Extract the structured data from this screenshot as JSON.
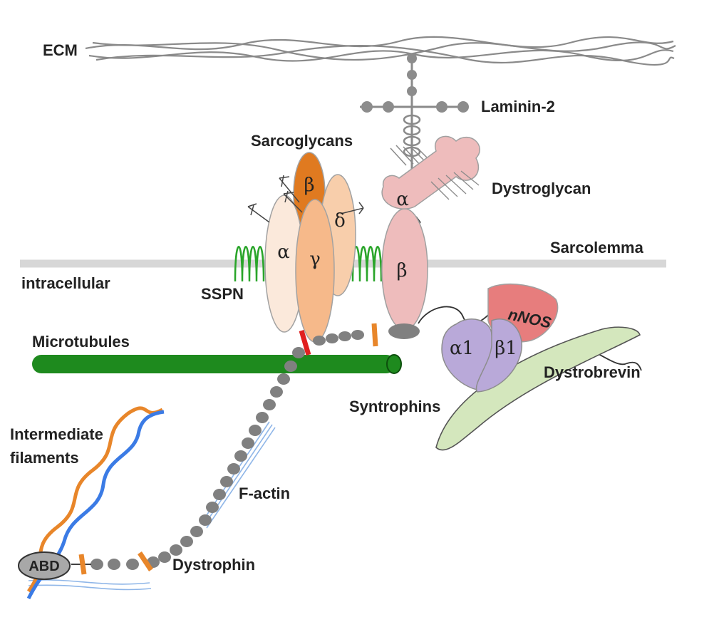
{
  "labels": {
    "ecm": "ECM",
    "laminin": "Laminin-2",
    "sarcoglycans": "Sarcoglycans",
    "dystroglycan": "Dystroglycan",
    "sarcolemma": "Sarcolemma",
    "intracellular": "intracellular",
    "sspn": "SSPN",
    "microtubules": "Microtubules",
    "syntrophins": "Syntrophins",
    "dystrobrevin": "Dystrobrevin",
    "intermediate_1": "Intermediate",
    "intermediate_2": "filaments",
    "factin": "F-actin",
    "dystrophin": "Dystrophin",
    "abd": "ABD",
    "nnos": "nNOS"
  },
  "greek": {
    "sg_alpha": "α",
    "sg_beta": "β",
    "sg_gamma": "γ",
    "sg_delta": "δ",
    "dg_alpha": "α",
    "dg_beta": "β",
    "syn_alpha1": "α1",
    "syn_beta1": "β1"
  },
  "colors": {
    "sg_alpha": "#fbe9db",
    "sg_beta": "#e07a20",
    "sg_gamma": "#f6b98a",
    "sg_delta": "#f8ceab",
    "dystroglycan": "#eebcbc",
    "nnos": "#e77d7d",
    "syntrophin": "#b9a9d9",
    "dystrobrevin": "#d4e7bd",
    "microtubule": "#1e8a1e",
    "sspn": "#2aa52a",
    "dystrophin_bead": "#808080",
    "membrane": "#d7d7d7",
    "filament_blue": "#3b7be5",
    "filament_orange": "#e8862a",
    "actin": "#8fb6e8",
    "marker_red": "#e02020",
    "marker_orange": "#e8862a"
  }
}
